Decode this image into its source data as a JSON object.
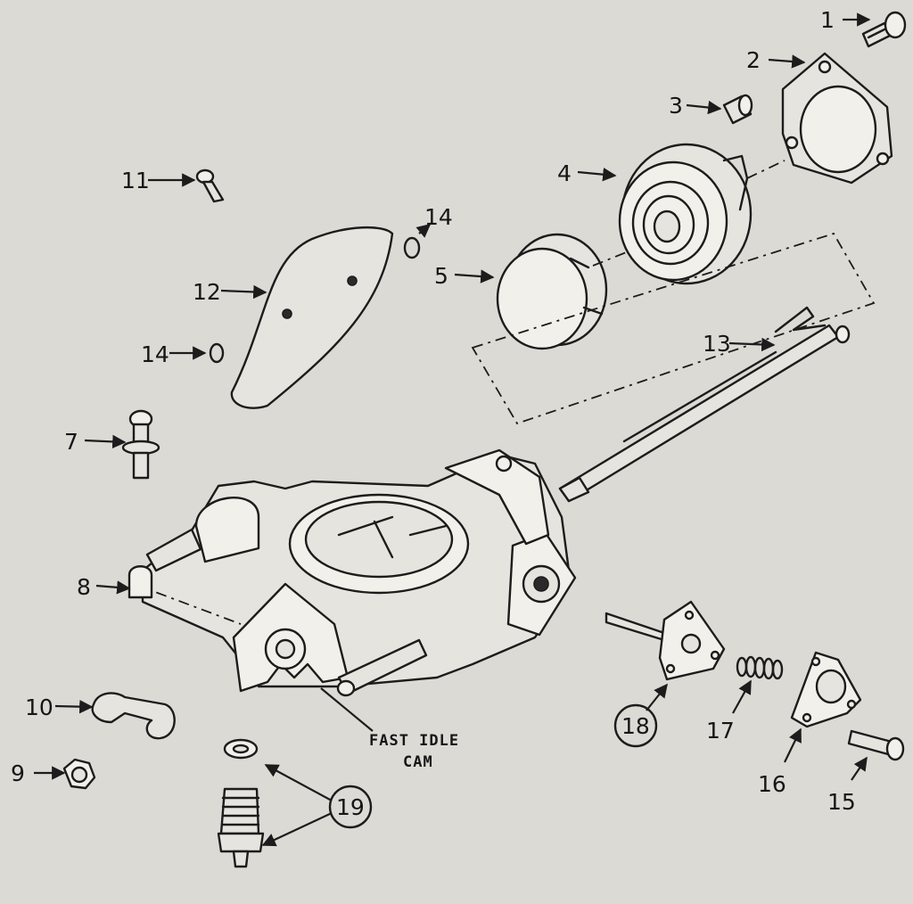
{
  "callouts": {
    "n1": "1",
    "n2": "2",
    "n3": "3",
    "n4": "4",
    "n5": "5",
    "n7": "7",
    "n8": "8",
    "n9": "9",
    "n10": "10",
    "n11": "11",
    "n12": "12",
    "n13": "13",
    "n14a": "14",
    "n14b": "14",
    "n15": "15",
    "n16": "16",
    "n17": "17",
    "n18": "18",
    "n19": "19"
  },
  "annotation": {
    "line1": "FAST IDLE",
    "line2": "CAM"
  },
  "colors": {
    "paper": "#dcdad5",
    "ink": "#1c1c1c"
  }
}
